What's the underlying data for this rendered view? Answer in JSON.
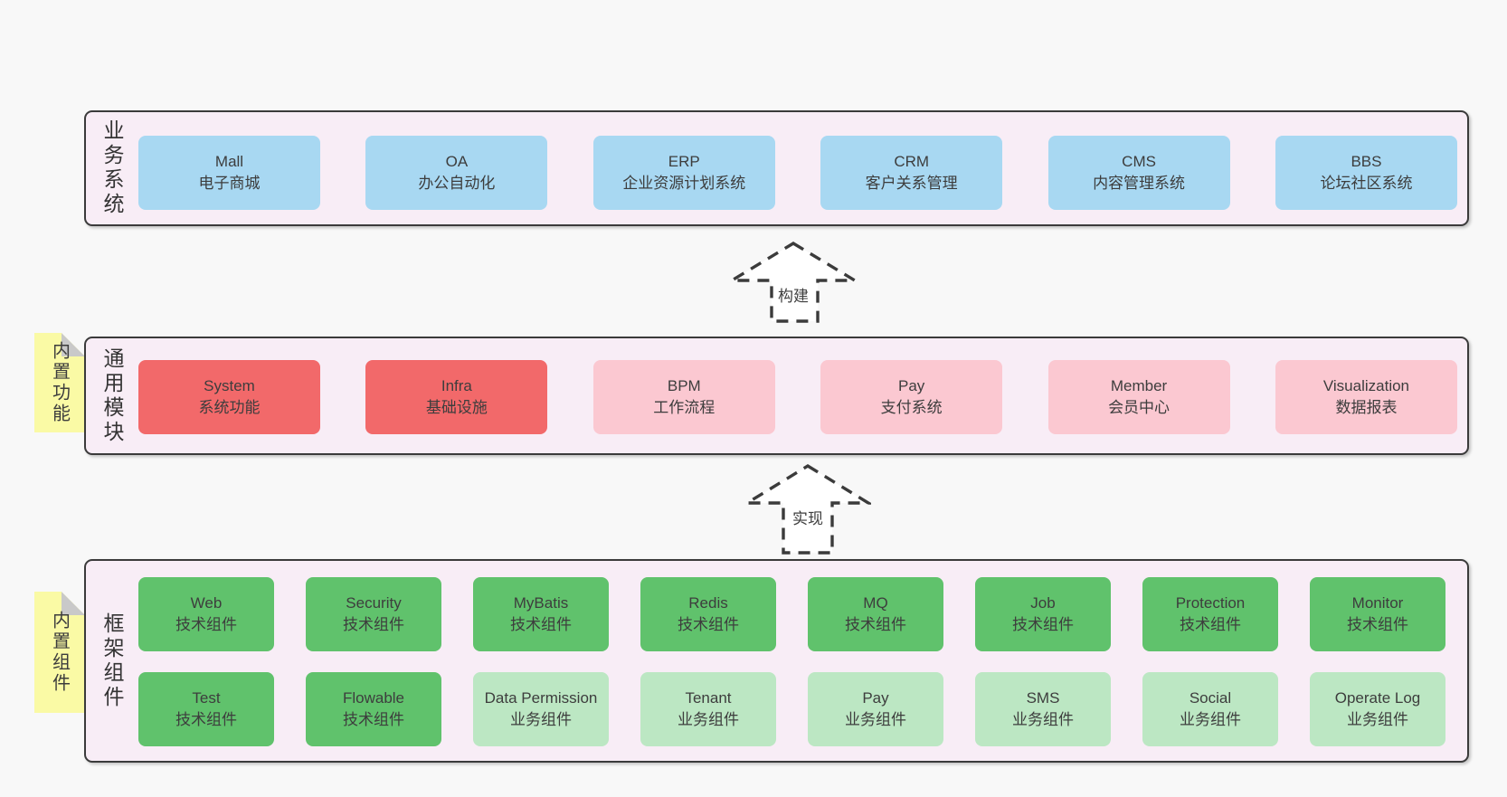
{
  "canvas": {
    "background": "#f8f8f8"
  },
  "colors": {
    "container_fill": "#f8edf6",
    "container_border": "#3b3b3b",
    "blue_box": "#a8d8f2",
    "red_box": "#f2696a",
    "pink_box": "#fbc8d1",
    "green_box": "#60c26c",
    "light_green_box": "#bce7c3",
    "sticky_yellow": "#fafaa5",
    "sticky_fold": "#c9c9c9",
    "text": "#3d3d3d"
  },
  "layers": {
    "business": {
      "side_label": "业务系统",
      "boxes": [
        {
          "en": "Mall",
          "zh": "电子商城"
        },
        {
          "en": "OA",
          "zh": "办公自动化"
        },
        {
          "en": "ERP",
          "zh": "企业资源计划系统"
        },
        {
          "en": "CRM",
          "zh": "客户关系管理"
        },
        {
          "en": "CMS",
          "zh": "内容管理系统"
        },
        {
          "en": "BBS",
          "zh": "论坛社区系统"
        }
      ]
    },
    "modules": {
      "side_label": "通用模块",
      "sticky_label": "内置功能",
      "boxes": [
        {
          "en": "System",
          "zh": "系统功能",
          "variant": "red"
        },
        {
          "en": "Infra",
          "zh": "基础设施",
          "variant": "red"
        },
        {
          "en": "BPM",
          "zh": "工作流程",
          "variant": "pink"
        },
        {
          "en": "Pay",
          "zh": "支付系统",
          "variant": "pink"
        },
        {
          "en": "Member",
          "zh": "会员中心",
          "variant": "pink"
        },
        {
          "en": "Visualization",
          "zh": "数据报表",
          "variant": "pink"
        }
      ]
    },
    "components": {
      "side_label": "框架组件",
      "sticky_label": "内置组件",
      "row1": [
        {
          "en": "Web",
          "zh": "技术组件",
          "variant": "green"
        },
        {
          "en": "Security",
          "zh": "技术组件",
          "variant": "green"
        },
        {
          "en": "MyBatis",
          "zh": "技术组件",
          "variant": "green"
        },
        {
          "en": "Redis",
          "zh": "技术组件",
          "variant": "green"
        },
        {
          "en": "MQ",
          "zh": "技术组件",
          "variant": "green"
        },
        {
          "en": "Job",
          "zh": "技术组件",
          "variant": "green"
        },
        {
          "en": "Protection",
          "zh": "技术组件",
          "variant": "green"
        },
        {
          "en": "Monitor",
          "zh": "技术组件",
          "variant": "green"
        }
      ],
      "row2": [
        {
          "en": "Test",
          "zh": "技术组件",
          "variant": "green"
        },
        {
          "en": "Flowable",
          "zh": "技术组件",
          "variant": "green"
        },
        {
          "en": "Data Permission",
          "zh": "业务组件",
          "variant": "light-green"
        },
        {
          "en": "Tenant",
          "zh": "业务组件",
          "variant": "light-green"
        },
        {
          "en": "Pay",
          "zh": "业务组件",
          "variant": "light-green"
        },
        {
          "en": "SMS",
          "zh": "业务组件",
          "variant": "light-green"
        },
        {
          "en": "Social",
          "zh": "业务组件",
          "variant": "light-green"
        },
        {
          "en": "Operate Log",
          "zh": "业务组件",
          "variant": "light-green"
        }
      ]
    }
  },
  "arrows": [
    {
      "label": "构建"
    },
    {
      "label": "实现"
    }
  ]
}
